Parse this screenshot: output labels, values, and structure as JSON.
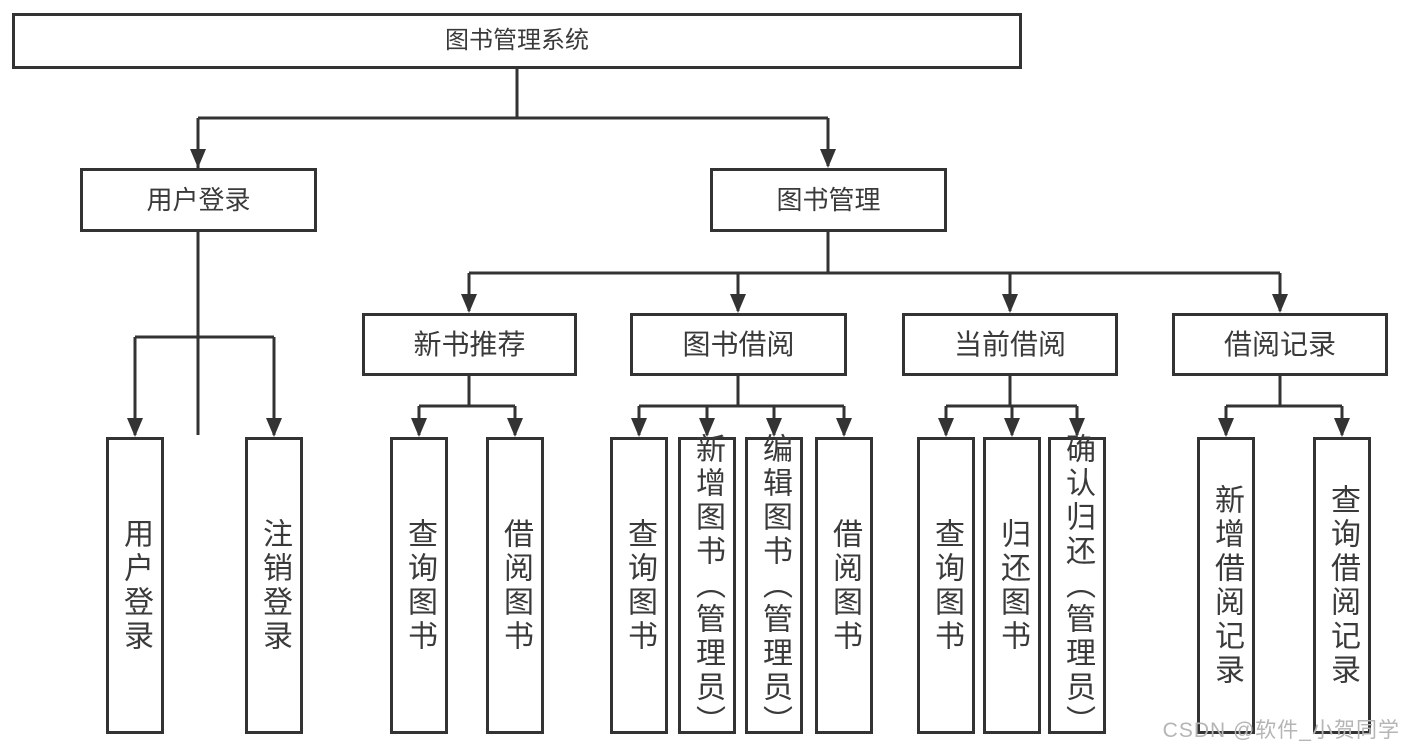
{
  "tree": {
    "label": "图书管理系统",
    "children": [
      {
        "label": "用户登录",
        "children": [
          {
            "label": "用户登录"
          },
          {
            "label": "注销登录"
          }
        ]
      },
      {
        "label": "图书管理",
        "children": [
          {
            "label": "新书推荐",
            "children": [
              {
                "label": "查询图书"
              },
              {
                "label": "借阅图书"
              }
            ]
          },
          {
            "label": "图书借阅",
            "children": [
              {
                "label": "查询图书"
              },
              {
                "label": "新增图书（管理员）"
              },
              {
                "label": "编辑图书（管理员）"
              },
              {
                "label": "借阅图书"
              }
            ]
          },
          {
            "label": "当前借阅",
            "children": [
              {
                "label": "查询图书"
              },
              {
                "label": "归还图书"
              },
              {
                "label": "确认归还（管理员）"
              }
            ]
          },
          {
            "label": "借阅记录",
            "children": [
              {
                "label": "新增借阅记录"
              },
              {
                "label": "查询借阅记录"
              }
            ]
          }
        ]
      }
    ]
  },
  "watermark": {
    "text": "CSDN @软件_小贺同学"
  },
  "colors": {
    "background": "#ffffff",
    "line": "#333333",
    "box_border": "#333333",
    "text": "#3a3a3a",
    "watermark": "#b5b5b5"
  }
}
